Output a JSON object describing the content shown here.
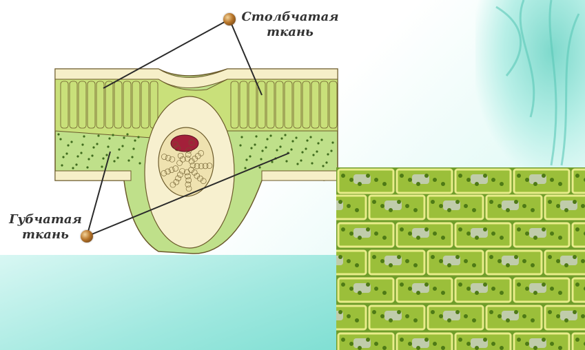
{
  "labels": {
    "palisade": [
      "Столбчатая",
      "ткань"
    ],
    "spongy": [
      "Губчатая",
      "ткань"
    ]
  },
  "colors": {
    "palisade_green": "#c9e07a",
    "spongy_green": "#bfe08a",
    "vein_red": "#a3203a",
    "cell_wall": "#6b5a2b",
    "photo_green": "#7fae2c"
  }
}
